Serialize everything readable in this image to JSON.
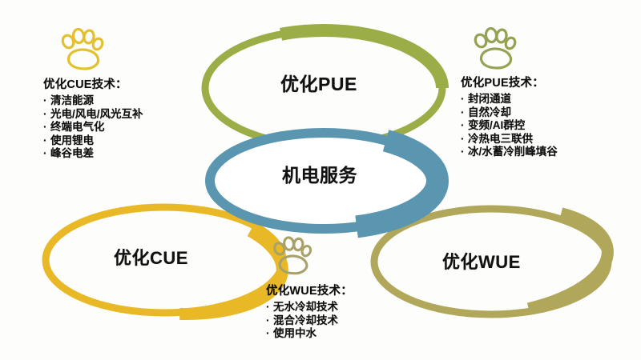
{
  "diagram": {
    "title": "机电服务",
    "rings": [
      {
        "id": "pue",
        "label": "优化PUE",
        "color": "#9BAD47",
        "name": "ring-pue"
      },
      {
        "id": "core",
        "label": "机电服务",
        "color": "#5B96B0",
        "name": "ring-core"
      },
      {
        "id": "cue",
        "label": "优化CUE",
        "color": "#E8B826",
        "name": "ring-cue"
      },
      {
        "id": "wue",
        "label": "优化WUE",
        "color": "#B0A75A",
        "name": "ring-wue"
      }
    ],
    "blocks": [
      {
        "id": "cue",
        "paw_color": "#E3C02E",
        "title": "优化CUE技术：",
        "bullet": "·",
        "items": [
          "清洁能源",
          "光电/风电/风光互补",
          "终端电气化",
          "使用锂电",
          "峰谷电差"
        ]
      },
      {
        "id": "pue",
        "paw_color": "#93A353",
        "title": "优化PUE技术：",
        "bullet": "·",
        "items": [
          "封闭通道",
          "自然冷却",
          "变频/AI群控",
          "冷热电三联供",
          "冰/水蓄冷削峰填谷"
        ]
      },
      {
        "id": "wue",
        "paw_color": "#A8A169",
        "title": "优化WUE技术：",
        "bullet": "·",
        "items": [
          "无水冷却技术",
          "混合冷却技术",
          "使用中水"
        ]
      }
    ],
    "icons": {
      "paw": "paw-print-icon"
    }
  }
}
